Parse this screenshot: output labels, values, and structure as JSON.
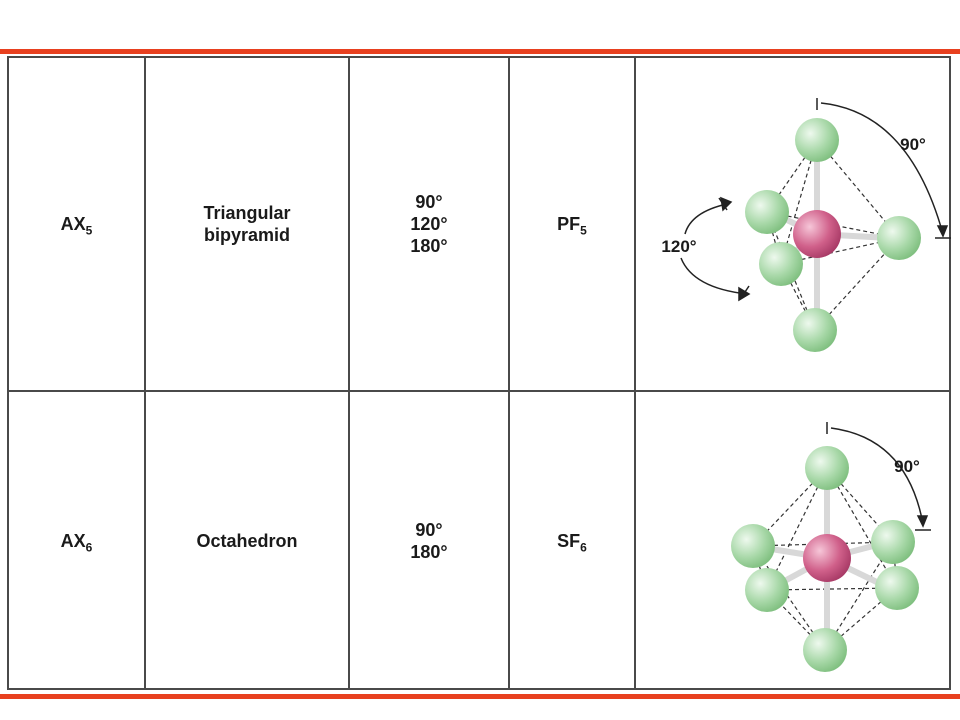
{
  "rows": [
    {
      "formula_base": "AX",
      "formula_sub": "5",
      "geometry_line1": "Triangular",
      "geometry_line2": "bipyramid",
      "angles": [
        "90°",
        "120°",
        "180°"
      ],
      "example_base": "PF",
      "example_sub": "5",
      "diagram_labels": [
        "90°",
        "120°"
      ]
    },
    {
      "formula_base": "AX",
      "formula_sub": "6",
      "geometry_line1": "Octahedron",
      "angles": [
        "90°",
        "180°"
      ],
      "example_base": "SF",
      "example_sub": "6",
      "diagram_labels": [
        "90°"
      ]
    }
  ],
  "colors": {
    "accent_rule": "#e8401f",
    "ligand_atom": "#a8d8a8",
    "central_atom": "#d0608a",
    "grid_line": "#4a4a4a"
  }
}
